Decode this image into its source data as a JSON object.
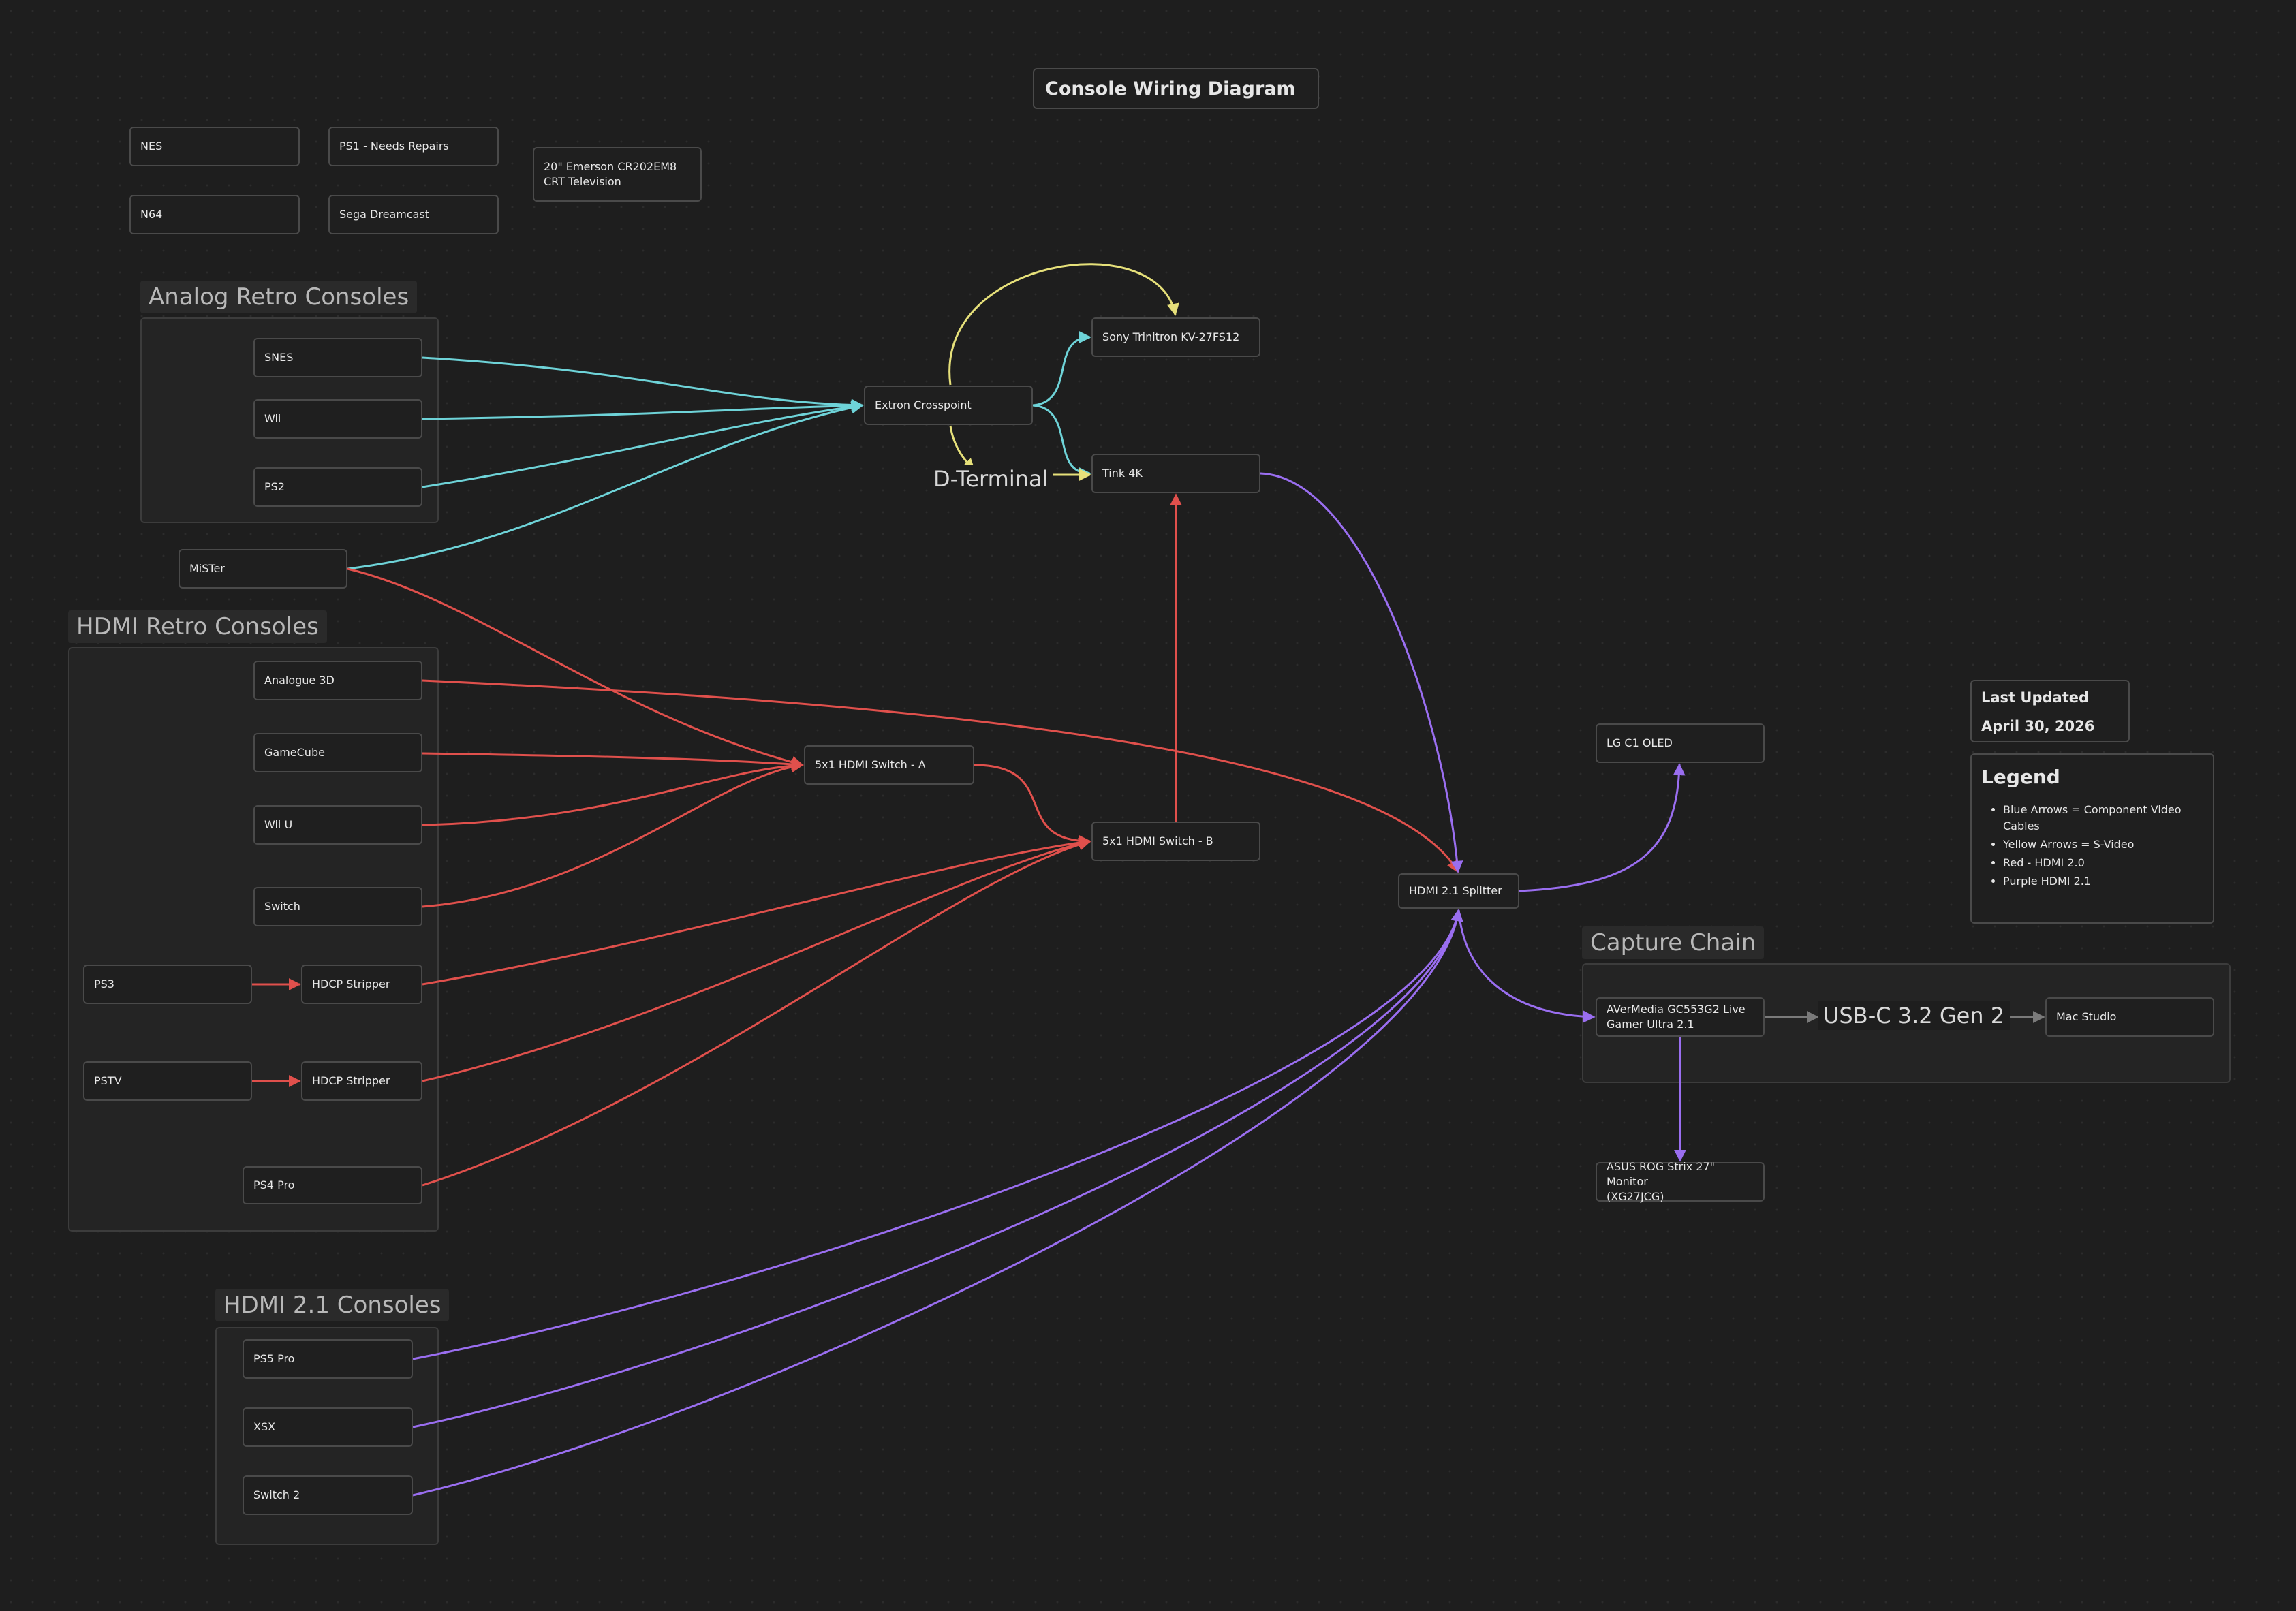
{
  "title": "Console Wiring Diagram",
  "unconnected_nodes": [
    "NES",
    "PS1 - Needs Repairs",
    "N64",
    "Sega Dreamcast",
    "20\" Emerson CR202EM8\nCRT Television"
  ],
  "groups": {
    "analog": {
      "title": "Analog Retro Consoles",
      "nodes": [
        "SNES",
        "Wii",
        "PS2"
      ]
    },
    "hdmi_retro": {
      "title": "HDMI Retro Consoles",
      "nodes": [
        "Analogue 3D",
        "GameCube",
        "Wii U",
        "Switch",
        "PS3",
        "HDCP Stripper",
        "PSTV",
        "HDCP Stripper",
        "PS4 Pro"
      ]
    },
    "hdmi21": {
      "title": "HDMI 2.1 Consoles",
      "nodes": [
        "PS5 Pro",
        "XSX",
        "Switch 2"
      ]
    },
    "capture": {
      "title": "Capture Chain",
      "nodes": [
        "AVerMedia GC553G2 Live\nGamer Ultra 2.1",
        "Mac Studio"
      ]
    }
  },
  "nodes": {
    "mister": "MiSTer",
    "extron": "Extron Crosspoint",
    "sony": "Sony Trinitron KV-27FS12",
    "tink": "Tink 4K",
    "switch_a": "5x1 HDMI Switch - A",
    "switch_b": "5x1 HDMI Switch - B",
    "splitter": "HDMI 2.1 Splitter",
    "lg": "LG C1 OLED",
    "asus": "ASUS ROG Strix 27\" Monitor\n(XG27JCG)"
  },
  "edge_labels": {
    "d_terminal": "D-Terminal",
    "usb": "USB-C 3.2 Gen 2"
  },
  "last_updated": {
    "label": "Last Updated",
    "date": "April 30, 2026"
  },
  "legend": {
    "title": "Legend",
    "items": [
      "Blue Arrows = Component Video Cables",
      "Yellow Arrows = S-Video",
      "Red - HDMI 2.0",
      "Purple HDMI 2.1"
    ]
  },
  "colors": {
    "blue": "#6ed3d8",
    "yellow": "#e6e07a",
    "red": "#e0504c",
    "purple": "#9a6ef0",
    "gray": "#7a7a7a"
  }
}
